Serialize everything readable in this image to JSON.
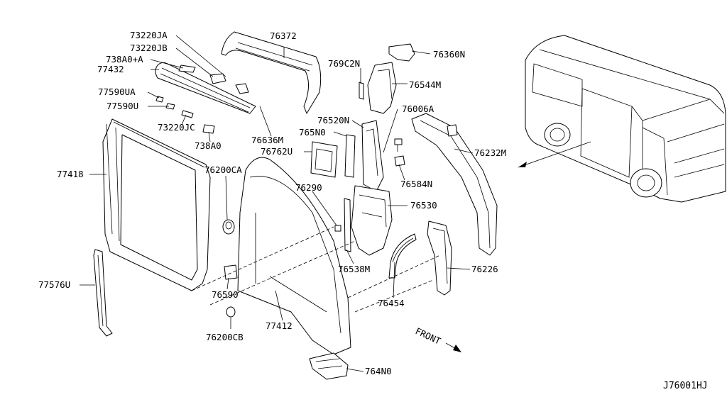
{
  "diagram": {
    "reference_code": "J76001HJ",
    "direction_label": "FRONT",
    "part_labels": [
      {
        "id": "73220JA",
        "text": "73220JA"
      },
      {
        "id": "73220JB",
        "text": "73220JB"
      },
      {
        "id": "738A0A",
        "text": "738A0+A"
      },
      {
        "id": "77432",
        "text": "77432"
      },
      {
        "id": "77590UA",
        "text": "77590UA"
      },
      {
        "id": "77590U",
        "text": "77590U"
      },
      {
        "id": "73220JC",
        "text": "73220JC"
      },
      {
        "id": "738A0",
        "text": "738A0"
      },
      {
        "id": "77418",
        "text": "77418"
      },
      {
        "id": "77576U",
        "text": "77576U"
      },
      {
        "id": "76372",
        "text": "76372"
      },
      {
        "id": "76636M",
        "text": "76636M"
      },
      {
        "id": "76200CA",
        "text": "76200CA"
      },
      {
        "id": "76590",
        "text": "76590"
      },
      {
        "id": "76200CB",
        "text": "76200CB"
      },
      {
        "id": "77412",
        "text": "77412"
      },
      {
        "id": "769C2N",
        "text": "769C2N"
      },
      {
        "id": "76520N",
        "text": "76520N"
      },
      {
        "id": "765N0",
        "text": "765N0"
      },
      {
        "id": "76762U",
        "text": "76762U"
      },
      {
        "id": "76290",
        "text": "76290"
      },
      {
        "id": "76538M",
        "text": "76538M"
      },
      {
        "id": "76360N",
        "text": "76360N"
      },
      {
        "id": "76544M",
        "text": "76544M"
      },
      {
        "id": "76006A",
        "text": "76006A"
      },
      {
        "id": "76584N",
        "text": "76584N"
      },
      {
        "id": "76530",
        "text": "76530"
      },
      {
        "id": "76232M",
        "text": "76232M"
      },
      {
        "id": "76226",
        "text": "76226"
      },
      {
        "id": "76454",
        "text": "76454"
      },
      {
        "id": "764N0",
        "text": "764N0"
      }
    ]
  }
}
